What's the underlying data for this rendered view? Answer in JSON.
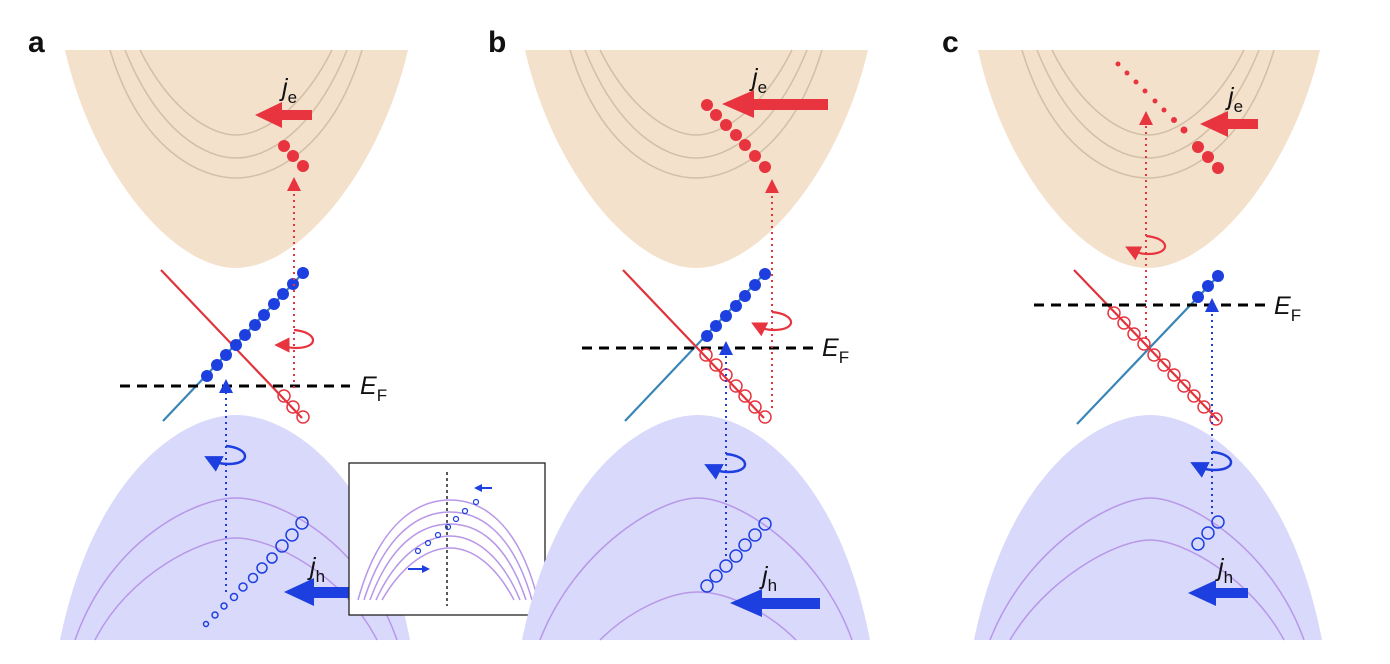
{
  "panels": [
    {
      "letter": "a",
      "electron_current": "j",
      "electron_sub": "e",
      "hole_current": "j",
      "hole_sub": "h",
      "fermi": "E",
      "fermi_sub": "F"
    },
    {
      "letter": "b",
      "electron_current": "j",
      "electron_sub": "e",
      "hole_current": "j",
      "hole_sub": "h",
      "fermi": "E",
      "fermi_sub": "F"
    },
    {
      "letter": "c",
      "electron_current": "j",
      "electron_sub": "e",
      "hole_current": "j",
      "hole_sub": "h",
      "fermi": "E",
      "fermi_sub": "F"
    }
  ],
  "colors": {
    "conduction_band": "#f4e1cc",
    "valence_band": "#d9d9fb",
    "conduction_lines": "#d2bfa6",
    "valence_lines": "#b897e8",
    "electron": "#e8343f",
    "hole": "#1e3fe0",
    "surface_up": "#3a85b8",
    "surface_down": "#e0343c",
    "fermi_line": "#000000"
  }
}
